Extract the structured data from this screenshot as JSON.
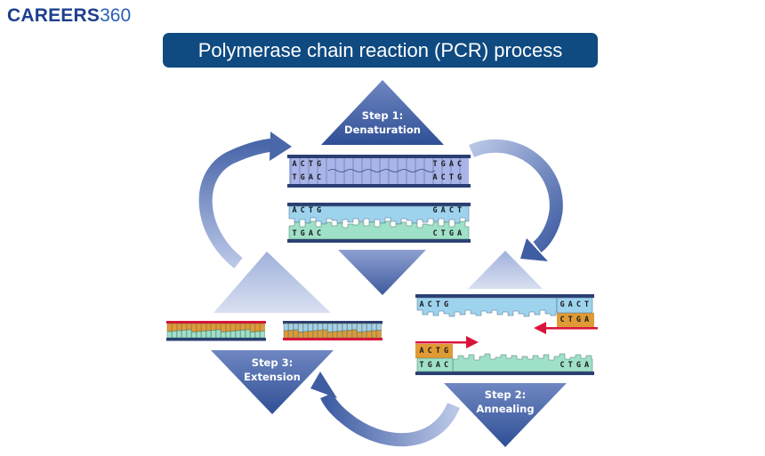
{
  "logo": {
    "text": "CAREERS",
    "number": "360"
  },
  "title": "Polymerase chain reaction (PCR) process",
  "steps": [
    {
      "line1": "Step 1:",
      "line2": "Denaturation"
    },
    {
      "line1": "Step 2:",
      "line2": "Annealing"
    },
    {
      "line1": "Step 3:",
      "line2": "Extension"
    }
  ],
  "dna": {
    "top_left": [
      "A",
      "C",
      "T",
      "G"
    ],
    "top_right": [
      "T",
      "G",
      "A",
      "C"
    ],
    "bottom_left": [
      "T",
      "G",
      "A",
      "C"
    ],
    "bottom_right": [
      "A",
      "C",
      "T",
      "G"
    ],
    "sep_top_left": [
      "A",
      "C",
      "T",
      "G"
    ],
    "sep_top_right": [
      "G",
      "A",
      "C",
      "T"
    ],
    "sep_bottom_left": [
      "T",
      "G",
      "A",
      "C"
    ],
    "sep_bottom_right": [
      "C",
      "T",
      "G",
      "A"
    ],
    "ann_top_left": [
      "A",
      "C",
      "T",
      "G"
    ],
    "ann_top_right": [
      "G",
      "A",
      "C",
      "T"
    ],
    "ann_primer_top": [
      "C",
      "T",
      "G",
      "A"
    ],
    "ann_primer_bottom": [
      "A",
      "C",
      "T",
      "G"
    ],
    "ann_bottom_left": [
      "T",
      "G",
      "A",
      "C"
    ],
    "ann_bottom_right": [
      "C",
      "T",
      "G",
      "A"
    ]
  },
  "colors": {
    "title_bg": "#0f4a80",
    "purple_base": "#a9b5e8",
    "blue_base": "#9ed3ee",
    "green_base": "#9fe0c8",
    "primer": "#e09a35",
    "primer_arrow": "#d8143a",
    "strand": "#2b3f73"
  }
}
